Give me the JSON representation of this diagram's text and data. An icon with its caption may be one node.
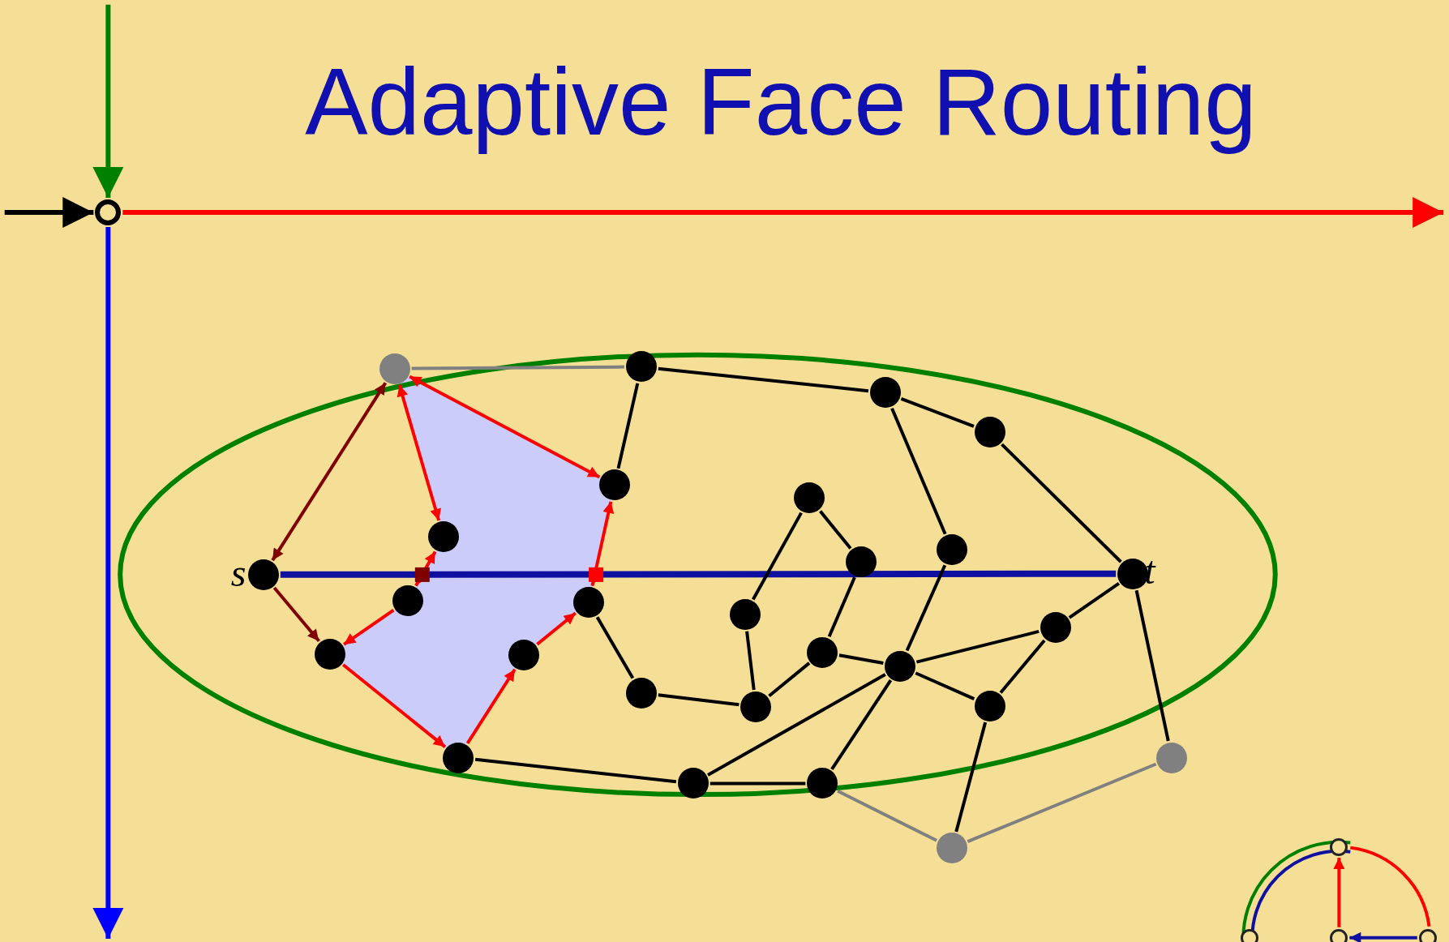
{
  "diagram": {
    "title": "Adaptive Face Routing",
    "nodes": [
      {
        "text": [],
        "shape": "circle"
      },
      {
        "text": [],
        "shape": "circle"
      },
      {
        "text": [],
        "shape": "circle"
      },
      {
        "text": [],
        "shape": "circle"
      },
      {
        "text": [],
        "shape": "circle"
      },
      {
        "text": [],
        "shape": "circle"
      },
      {
        "text": [],
        "shape": "circle"
      },
      {
        "text": [],
        "shape": "circle"
      },
      {
        "text": [],
        "shape": "circle"
      },
      {
        "text": [],
        "shape": "circle",
        "beside": [
          "s"
        ]
      },
      {
        "text": [],
        "shape": "circle",
        "beside": [
          "t"
        ]
      },
      {
        "text": [],
        "shape": "circle"
      },
      {
        "text": [],
        "shape": "circle"
      },
      {
        "text": [],
        "shape": "circle"
      },
      {
        "text": [],
        "shape": "circle"
      },
      {
        "text": [],
        "shape": "circle"
      },
      {
        "text": [],
        "shape": "circle"
      },
      {
        "text": [],
        "shape": "circle"
      },
      {
        "text": [],
        "shape": "circle"
      },
      {
        "text": [],
        "shape": "circle"
      },
      {
        "text": [],
        "shape": "circle"
      },
      {
        "text": [],
        "shape": "circle"
      },
      {
        "text": [],
        "shape": "circle"
      },
      {
        "text": [],
        "shape": "circle"
      },
      {
        "text": [],
        "shape": "circle"
      },
      {
        "text": [],
        "shape": "circle"
      },
      {
        "text": [],
        "shape": "circle"
      },
      {
        "text": [],
        "shape": "circle"
      },
      {
        "text": [],
        "shape": "circle"
      },
      {
        "text": [],
        "shape": "circle"
      },
      {
        "text": [],
        "shape": "circle"
      },
      {
        "text": [],
        "shape": "circle"
      }
    ],
    "edges": [
      {
        "from": null,
        "to": 27,
        "arrow": "to",
        "color": "#008000"
      },
      {
        "from": null,
        "to": 27,
        "arrow": "to"
      },
      {
        "from": 27,
        "to": null,
        "arrow": "to",
        "color": "#ff0000"
      },
      {
        "from": 27,
        "to": null,
        "arrow": "to",
        "color": "#0000ff"
      },
      {
        "from": 9,
        "to": 10,
        "arrow": "none",
        "color": "#1010a0",
        "style": "thick"
      },
      {
        "from": 9,
        "to": 0,
        "arrow": "both",
        "color": "#800000"
      },
      {
        "from": 9,
        "to": 15,
        "arrow": "to",
        "color": "#800000"
      },
      {
        "from": 6,
        "to": 0,
        "arrow": "both",
        "color": "#ff0000"
      },
      {
        "from": 0,
        "to": 4,
        "arrow": "both",
        "color": "#ff0000"
      },
      {
        "from": 4,
        "to": 12,
        "arrow": "both",
        "color": "#ff0000"
      },
      {
        "from": 6,
        "to": 11,
        "arrow": "both",
        "color": "#ff0000"
      },
      {
        "from": 11,
        "to": 15,
        "arrow": "to",
        "color": "#ff0000"
      },
      {
        "from": 15,
        "to": 22,
        "arrow": "to",
        "color": "#ff0000"
      },
      {
        "from": 22,
        "to": 16,
        "arrow": "to",
        "color": "#ff0000"
      },
      {
        "from": 16,
        "to": 12,
        "arrow": "to",
        "color": "#ff0000"
      },
      {
        "from": 0,
        "to": 1,
        "arrow": "none",
        "color": "#808080"
      },
      {
        "from": 1,
        "to": 2,
        "arrow": "none"
      },
      {
        "from": 2,
        "to": 3,
        "arrow": "none"
      },
      {
        "from": 1,
        "to": 4,
        "arrow": "none"
      },
      {
        "from": 2,
        "to": 8,
        "arrow": "none"
      },
      {
        "from": 3,
        "to": 10,
        "arrow": "none"
      },
      {
        "from": 5,
        "to": 7,
        "arrow": "none"
      },
      {
        "from": 5,
        "to": 13,
        "arrow": "none"
      },
      {
        "from": 7,
        "to": 17,
        "arrow": "none"
      },
      {
        "from": 8,
        "to": 18,
        "arrow": "none"
      },
      {
        "from": 12,
        "to": 19,
        "arrow": "none"
      },
      {
        "from": 19,
        "to": 20,
        "arrow": "none"
      },
      {
        "from": 13,
        "to": 20,
        "arrow": "none"
      },
      {
        "from": 20,
        "to": 17,
        "arrow": "none"
      },
      {
        "from": 17,
        "to": 18,
        "arrow": "none"
      },
      {
        "from": 18,
        "to": 14,
        "arrow": "none"
      },
      {
        "from": 14,
        "to": 10,
        "arrow": "none"
      },
      {
        "from": 18,
        "to": 21,
        "arrow": "none"
      },
      {
        "from": 21,
        "to": 14,
        "arrow": "none"
      },
      {
        "from": 18,
        "to": 23,
        "arrow": "none"
      },
      {
        "from": 18,
        "to": 24,
        "arrow": "none"
      },
      {
        "from": 23,
        "to": 24,
        "arrow": "none"
      },
      {
        "from": 22,
        "to": 23,
        "arrow": "none"
      },
      {
        "from": 10,
        "to": 25,
        "arrow": "none"
      },
      {
        "from": 21,
        "to": 26,
        "arrow": "none"
      },
      {
        "from": 24,
        "to": 26,
        "arrow": "none",
        "color": "#808080"
      },
      {
        "from": 25,
        "to": 26,
        "arrow": "none",
        "color": "#808080"
      },
      {
        "from": 29,
        "to": 28,
        "arrow": "none",
        "color": "#008000"
      },
      {
        "from": 29,
        "to": 28,
        "arrow": "none",
        "color": "#1010a0"
      },
      {
        "from": 28,
        "to": 31,
        "arrow": "none",
        "color": "#ff0000"
      },
      {
        "from": 30,
        "to": 28,
        "arrow": "to",
        "color": "#ff0000"
      },
      {
        "from": 31,
        "to": 30,
        "arrow": "to",
        "color": "#1010a0"
      }
    ]
  }
}
